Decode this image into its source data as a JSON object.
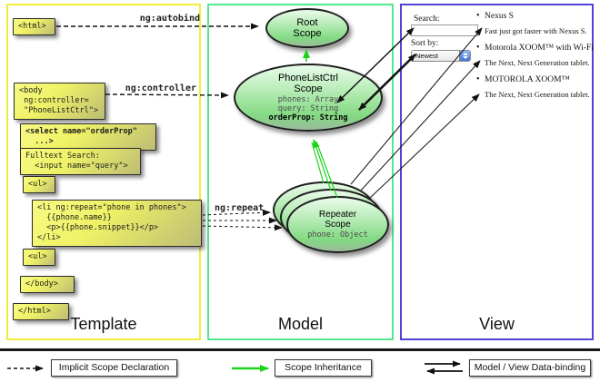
{
  "columns": {
    "template": {
      "label": "Template"
    },
    "model": {
      "label": "Model"
    },
    "view": {
      "label": "View"
    }
  },
  "annotations": {
    "autobind": "ng:autobind",
    "controller": "ng:controller",
    "repeat": "ng:repeat"
  },
  "template_code": {
    "html_open": "<html>",
    "body_open": [
      "<body",
      " ng:controller=",
      " \"PhoneListCtrl\">"
    ],
    "select": [
      "<select name=\"orderProp\"",
      "  ...>"
    ],
    "fulltext": [
      "Fulltext Search:",
      "  <input name=\"query\">"
    ],
    "ul_open": "<ul>",
    "li": [
      "<li ng:repeat=\"phone in phones\">",
      "  {{phone.name}}",
      "  <p>{{phone.snippet}}</p>",
      "</li>"
    ],
    "ul_close": "<ul>",
    "body_close": "</body>",
    "html_close": "</html>"
  },
  "scopes": {
    "root": {
      "title": [
        "Root",
        "Scope"
      ]
    },
    "phonelist": {
      "title": [
        "PhoneListCtrl",
        "Scope"
      ],
      "props": [
        "phones: Array",
        "query: String"
      ],
      "bold_prop": "orderProp: String"
    },
    "repeater": {
      "title": [
        "Repeater",
        "Scope"
      ],
      "prop": "phone: Object"
    }
  },
  "view": {
    "search_label": "Search:",
    "search_value": "",
    "sort_label": "Sort by:",
    "sort_value": "Newest",
    "bullet": "•",
    "phones": [
      {
        "name": "Nexus S",
        "snippet": "Fast just got faster with Nexus S."
      },
      {
        "name": "Motorola XOOM™ with Wi-Fi",
        "snippet": "The Next, Next Generation tablet."
      },
      {
        "name": "MOTOROLA XOOM™",
        "snippet": "The Next, Next Generation tablet."
      }
    ]
  },
  "legend": [
    {
      "label": "Implicit Scope Declaration",
      "arrow": "dashed-black"
    },
    {
      "label": "Scope Inheritance",
      "arrow": "solid-green"
    },
    {
      "label": "Model / View Data-binding",
      "arrow": "double-black"
    }
  ],
  "colors": {
    "template_border": "#f0ee3a",
    "model_border": "#4fe992",
    "view_border": "#5143d6",
    "codebox_yellow": "#eff266",
    "scope_green": "#82d982",
    "inheritance_arrow_green": "#1dd41d",
    "arrow_black": "#111111"
  }
}
